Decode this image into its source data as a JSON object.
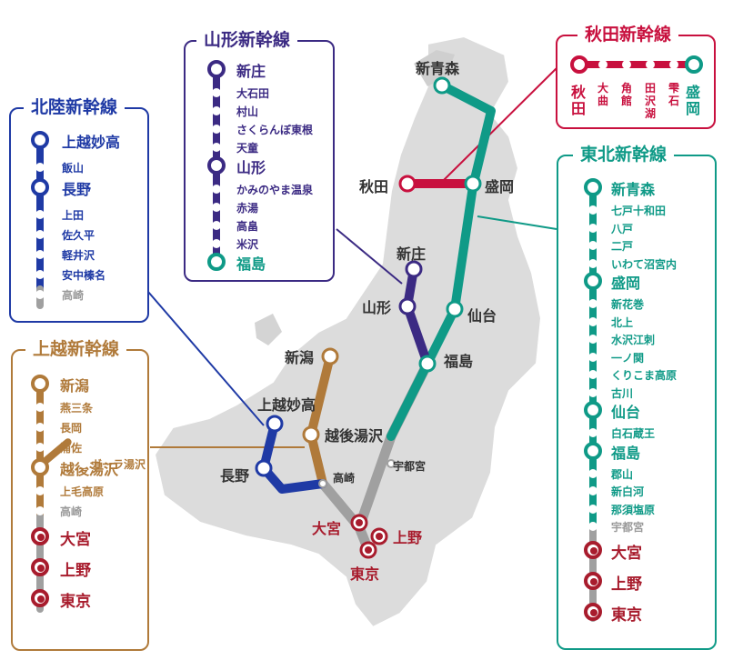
{
  "colors": {
    "hokuriku": "#1f3aa5",
    "yamagata": "#3b2a83",
    "akita": "#c8103e",
    "tohoku": "#0f9a87",
    "joetsu": "#b07a3a",
    "common": "#a0a0a0",
    "terminal": "#a81c2d"
  },
  "hokuriku": {
    "title": "北陸新幹線",
    "stations": [
      {
        "name": "上越妙高",
        "major": true
      },
      {
        "name": "飯山",
        "major": false
      },
      {
        "name": "長野",
        "major": true
      },
      {
        "name": "上田",
        "major": false
      },
      {
        "name": "佐久平",
        "major": false
      },
      {
        "name": "軽井沢",
        "major": false
      },
      {
        "name": "安中榛名",
        "major": false
      },
      {
        "name": "高崎",
        "major": false,
        "gray": true
      }
    ]
  },
  "yamagata": {
    "title": "山形新幹線",
    "stations": [
      {
        "name": "新庄",
        "major": true
      },
      {
        "name": "大石田",
        "major": false
      },
      {
        "name": "村山",
        "major": false
      },
      {
        "name": "さくらんぼ東根",
        "major": false
      },
      {
        "name": "天童",
        "major": false
      },
      {
        "name": "山形",
        "major": true
      },
      {
        "name": "かみのやま温泉",
        "major": false
      },
      {
        "name": "赤湯",
        "major": false
      },
      {
        "name": "高畠",
        "major": false
      },
      {
        "name": "米沢",
        "major": false
      },
      {
        "name": "福島",
        "major": true,
        "teal": true
      }
    ]
  },
  "akita": {
    "title": "秋田新幹線",
    "stations": [
      {
        "name": "秋田",
        "major": true
      },
      {
        "name": "大曲",
        "major": false
      },
      {
        "name": "角館",
        "major": false
      },
      {
        "name": "田沢湖",
        "major": false
      },
      {
        "name": "雫石",
        "major": false
      },
      {
        "name": "盛岡",
        "major": true,
        "teal": true
      }
    ]
  },
  "tohoku": {
    "title": "東北新幹線",
    "stations": [
      {
        "name": "新青森",
        "major": true
      },
      {
        "name": "七戸十和田",
        "major": false
      },
      {
        "name": "八戸",
        "major": false
      },
      {
        "name": "二戸",
        "major": false
      },
      {
        "name": "いわて沼宮内",
        "major": false
      },
      {
        "name": "盛岡",
        "major": true
      },
      {
        "name": "新花巻",
        "major": false
      },
      {
        "name": "北上",
        "major": false
      },
      {
        "name": "水沢江刺",
        "major": false
      },
      {
        "name": "一ノ関",
        "major": false
      },
      {
        "name": "くりこま高原",
        "major": false
      },
      {
        "name": "古川",
        "major": false
      },
      {
        "name": "仙台",
        "major": true
      },
      {
        "name": "白石蔵王",
        "major": false
      },
      {
        "name": "福島",
        "major": true
      },
      {
        "name": "郡山",
        "major": false
      },
      {
        "name": "新白河",
        "major": false
      },
      {
        "name": "那須塩原",
        "major": false
      },
      {
        "name": "宇都宮",
        "major": false,
        "gray": true
      }
    ],
    "terminals": [
      "大宮",
      "上野",
      "東京"
    ]
  },
  "joetsu": {
    "title": "上越新幹線",
    "stations": [
      {
        "name": "新潟",
        "major": true
      },
      {
        "name": "燕三条",
        "major": false
      },
      {
        "name": "長岡",
        "major": false
      },
      {
        "name": "浦佐",
        "major": false
      },
      {
        "name": "越後湯沢",
        "major": true
      },
      {
        "name": "上毛高原",
        "major": false
      },
      {
        "name": "高崎",
        "major": false,
        "gray": true
      }
    ],
    "branch": "ガーラ湯沢",
    "terminals": [
      "大宮",
      "上野",
      "東京"
    ]
  },
  "map": {
    "labels": {
      "shin_aomori": "新青森",
      "akita": "秋田",
      "morioka": "盛岡",
      "shinjo": "新庄",
      "yamagata": "山形",
      "sendai": "仙台",
      "fukushima": "福島",
      "niigata": "新潟",
      "joetsumyoko": "上越妙高",
      "echigoyuzawa": "越後湯沢",
      "nagano": "長野",
      "takasaki": "高崎",
      "utsunomiya": "宇都宮",
      "omiya": "大宮",
      "ueno": "上野",
      "tokyo": "東京"
    }
  }
}
